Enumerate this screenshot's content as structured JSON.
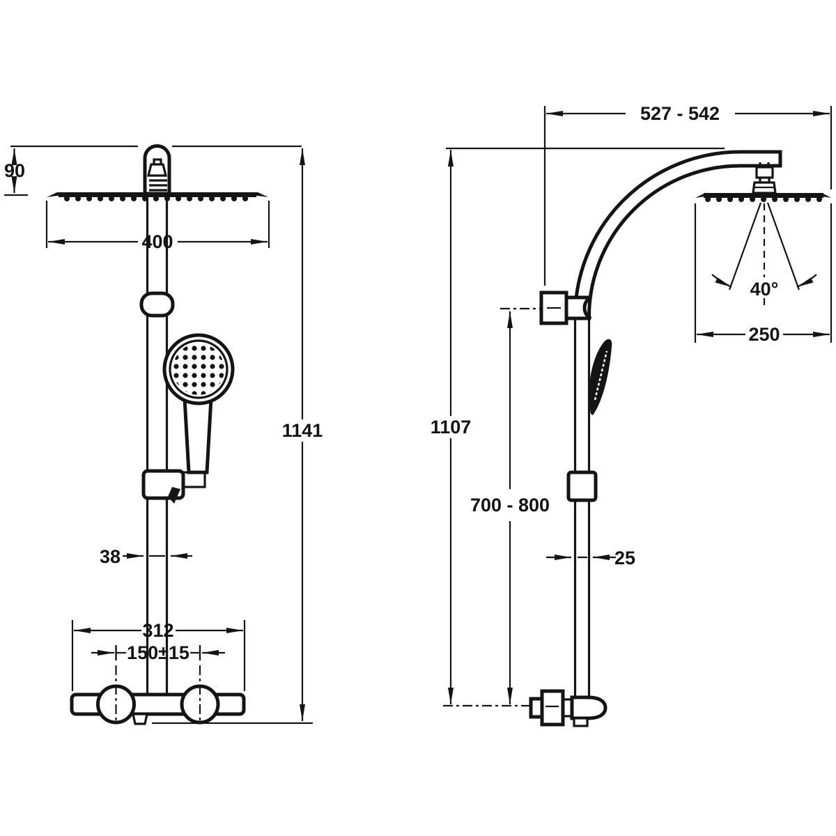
{
  "drawing": {
    "background_color": "#ffffff",
    "line_color": "#141414",
    "views": {
      "front": {
        "dims": {
          "head_offset": "90",
          "head_width": "400",
          "overall_height": "1141",
          "rail_width": "38",
          "mixer_width": "312",
          "connection_spacing": "150±15"
        }
      },
      "side": {
        "dims": {
          "arm_reach": "527 - 542",
          "spray_angle": "40°",
          "spray_width": "250",
          "overall_height": "1107",
          "mount_height": "700 - 800",
          "rail_depth": "25"
        }
      }
    }
  }
}
